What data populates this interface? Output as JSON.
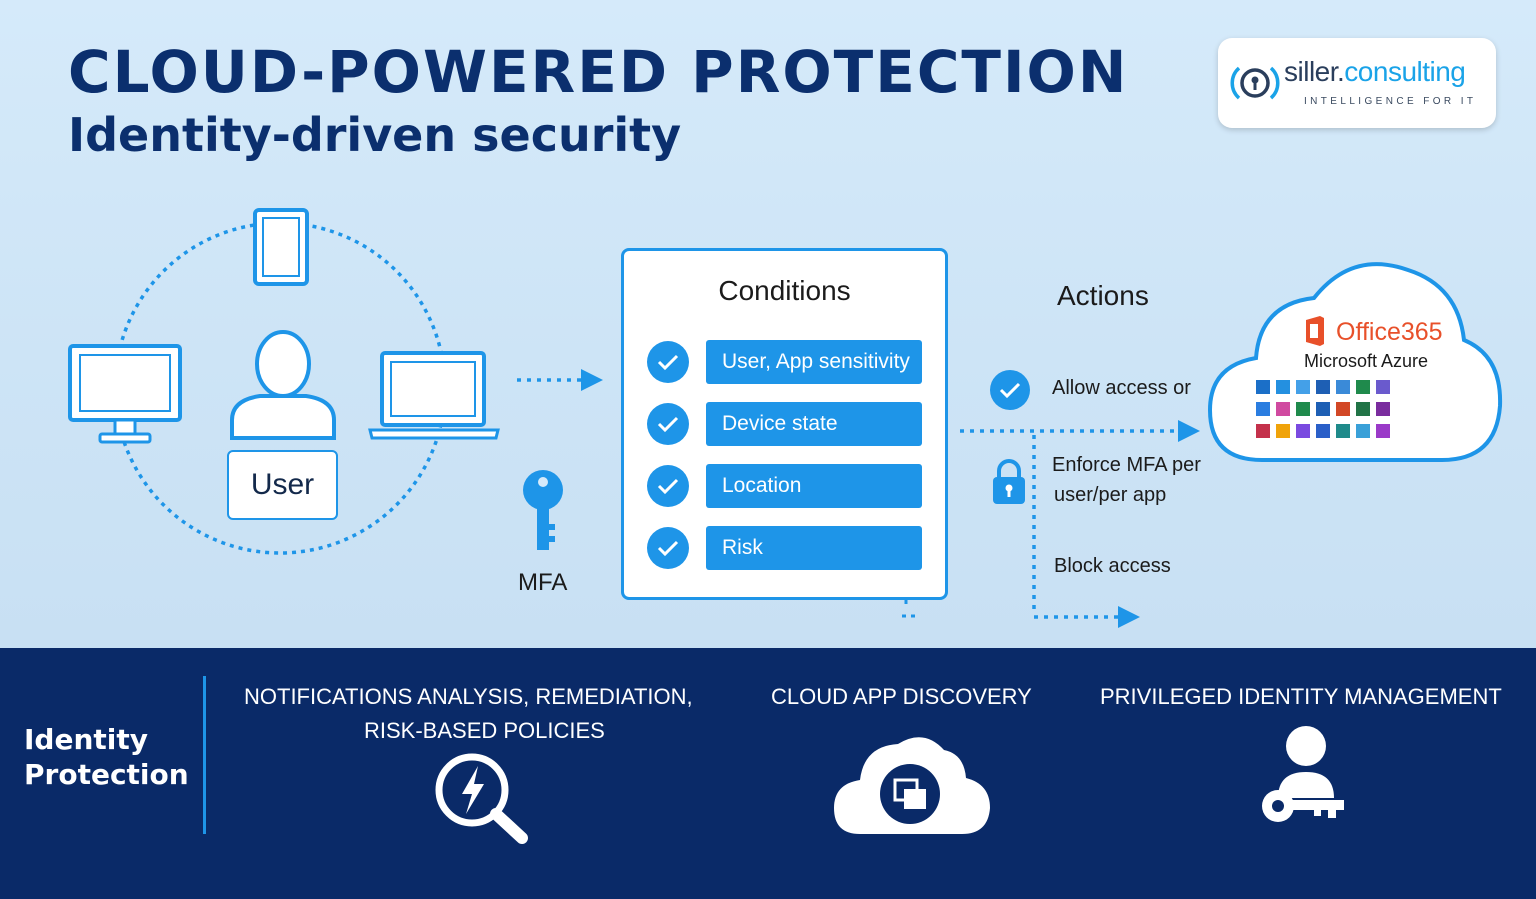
{
  "header": {
    "title": "CLOUD-POWERED PROTECTION",
    "subtitle": "Identity-driven security"
  },
  "logo": {
    "name_prefix": "siller.",
    "name_suffix": "consulting",
    "tagline": "INTELLIGENCE FOR IT"
  },
  "user": {
    "label": "User",
    "devices": [
      "tablet-icon",
      "desktop-monitor-icon",
      "laptop-icon"
    ]
  },
  "mfa": {
    "label": "MFA"
  },
  "conditions": {
    "title": "Conditions",
    "items": [
      "User, App sensitivity",
      "Device state",
      "Location",
      "Risk"
    ]
  },
  "actions": {
    "title": "Actions",
    "allow": "Allow access or",
    "enforce_line1": "Enforce MFA per",
    "enforce_line2": "user/per app",
    "block": "Block access"
  },
  "cloud": {
    "office_label": "Office365",
    "azure_label": "Microsoft Azure"
  },
  "bottom": {
    "section_line1": "Identity",
    "section_line2": "Protection",
    "features": [
      {
        "line1": "NOTIFICATIONS ANALYSIS, REMEDIATION,",
        "line2": "RISK-BASED POLICIES",
        "icon": "lightning-search-icon"
      },
      {
        "line1": "CLOUD APP DISCOVERY",
        "line2": "",
        "icon": "cloud-app-icon"
      },
      {
        "line1": "PRIVILEGED IDENTITY MANAGEMENT",
        "line2": "",
        "icon": "user-key-icon"
      }
    ]
  },
  "colors": {
    "navy": "#0a2a68",
    "accent_blue": "#1e95e8",
    "background": "#cfe6f7",
    "office_orange": "#e8502a"
  }
}
